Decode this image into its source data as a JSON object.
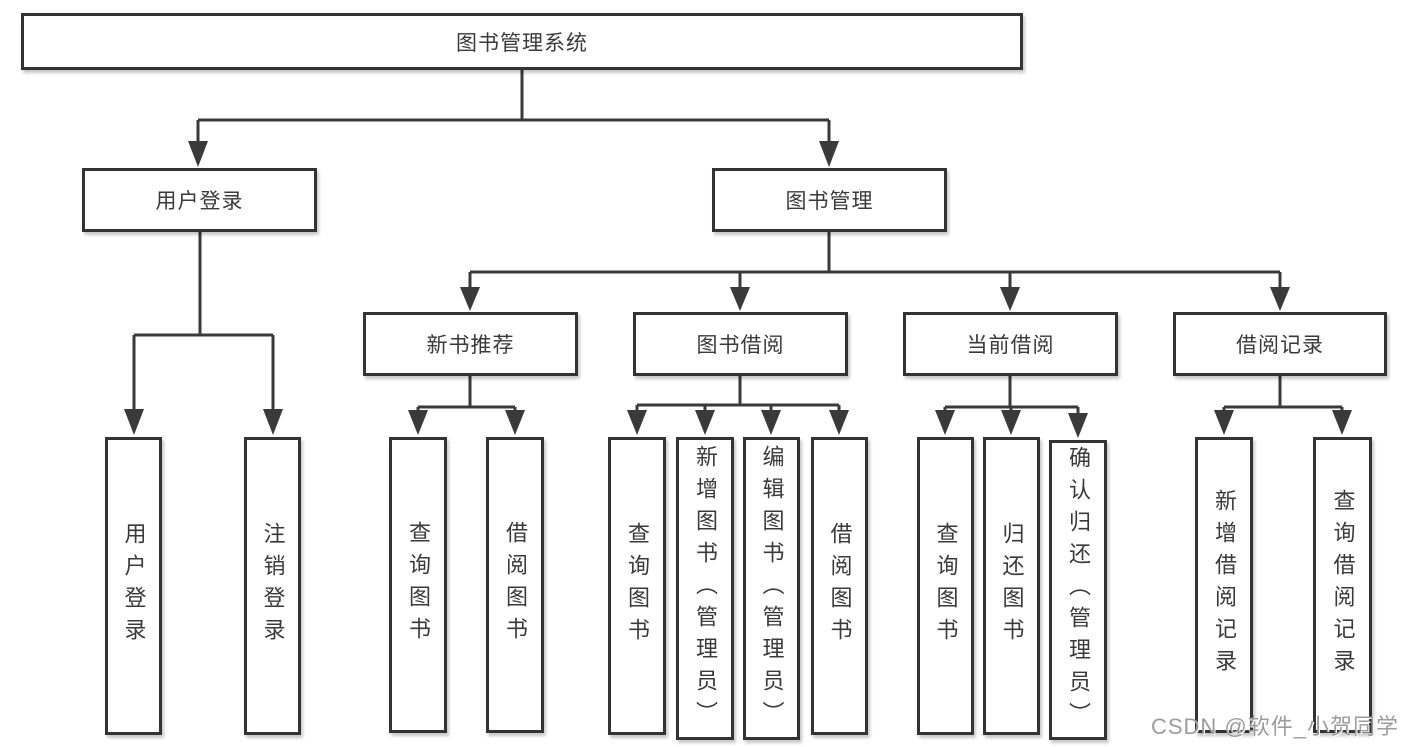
{
  "watermark": "CSDN @软件_小贺同学",
  "colors": {
    "line": "#3a3a3a",
    "box_border": "#333333",
    "text": "#3a3a3a",
    "watermark": "#9c9c9c",
    "background": "#ffffff"
  },
  "tree": {
    "label": "图书管理系统",
    "children": [
      {
        "label": "用户登录",
        "children": [
          {
            "label": "用户登录"
          },
          {
            "label": "注销登录"
          }
        ]
      },
      {
        "label": "图书管理",
        "children": [
          {
            "label": "新书推荐",
            "children": [
              {
                "label": "查询图书"
              },
              {
                "label": "借阅图书"
              }
            ]
          },
          {
            "label": "图书借阅",
            "children": [
              {
                "label": "查询图书"
              },
              {
                "label": "新增图书（管理员）"
              },
              {
                "label": "编辑图书（管理员）"
              },
              {
                "label": "借阅图书"
              }
            ]
          },
          {
            "label": "当前借阅",
            "children": [
              {
                "label": "查询图书"
              },
              {
                "label": "归还图书"
              },
              {
                "label": "确认归还（管理员）"
              }
            ]
          },
          {
            "label": "借阅记录",
            "children": [
              {
                "label": "新增借阅记录"
              },
              {
                "label": "查询借阅记录"
              }
            ]
          }
        ]
      }
    ]
  }
}
